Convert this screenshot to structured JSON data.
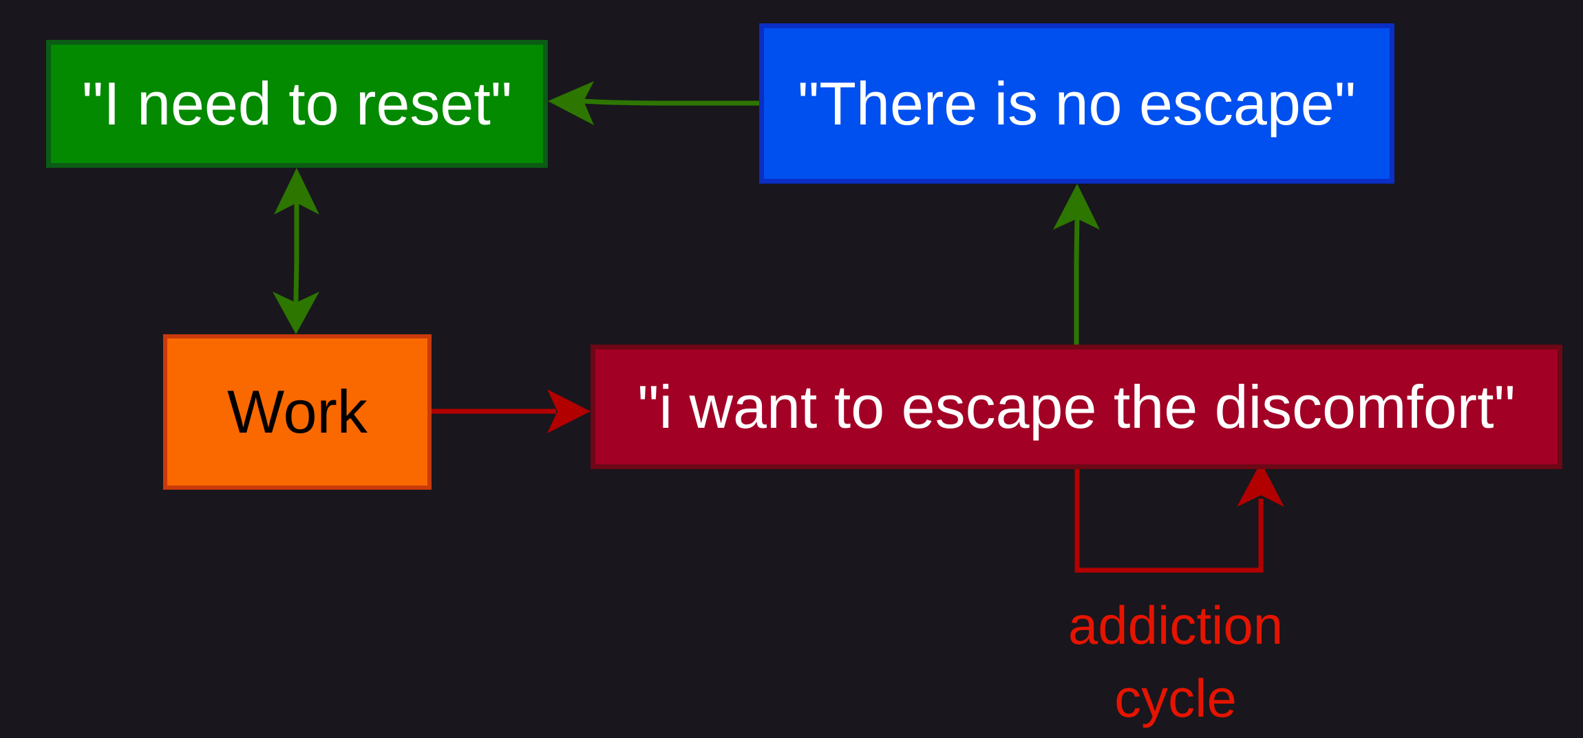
{
  "nodes": {
    "reset": {
      "label": "\"I need to reset\"",
      "fill": "#038a00",
      "stroke": "#0b5c14"
    },
    "no_escape": {
      "label": "\"There is no escape\"",
      "fill": "#0050ef",
      "stroke": "#0a2fc4"
    },
    "work": {
      "label": "Work",
      "fill": "#fa6800",
      "stroke": "#c93a0c"
    },
    "discomfort": {
      "label": "\"i want to escape the discomfort\"",
      "fill": "#a20025",
      "stroke": "#6e0716"
    }
  },
  "edges": [
    {
      "from": "no_escape",
      "to": "reset",
      "color": "#2d7600"
    },
    {
      "from": "reset",
      "to": "work",
      "bidirectional": true,
      "color": "#2d7600"
    },
    {
      "from": "work",
      "to": "discomfort",
      "color": "#b20000"
    },
    {
      "from": "discomfort",
      "to": "no_escape",
      "color": "#2d7600"
    },
    {
      "from": "discomfort",
      "to": "discomfort",
      "loop": true,
      "color": "#b20000"
    }
  ],
  "cycle_label": {
    "line1": "addiction",
    "line2": "cycle",
    "color": "#e51400"
  },
  "colors": {
    "background": "#19161d",
    "green_edge": "#2d7600",
    "red_edge": "#b20000"
  }
}
